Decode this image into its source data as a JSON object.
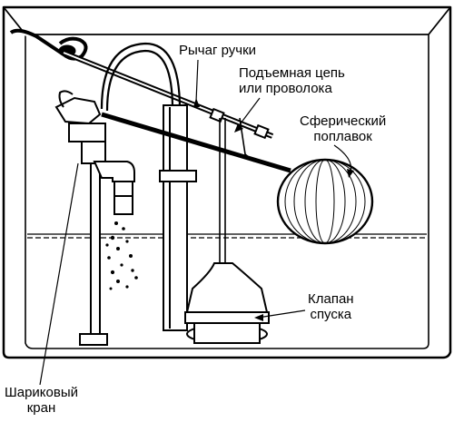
{
  "labels": {
    "lever": "Рычаг ручки",
    "chain": {
      "line1": "Подъемная цепь",
      "line2": "или проволока"
    },
    "float": {
      "line1": "Сферический",
      "line2": "поплавок"
    },
    "valve": {
      "line1": "Клапан",
      "line2": "спуска"
    },
    "ballcock": {
      "line1": "Шариковый",
      "line2": "кран"
    }
  },
  "colors": {
    "ink": "#000000",
    "paper": "#ffffff"
  }
}
